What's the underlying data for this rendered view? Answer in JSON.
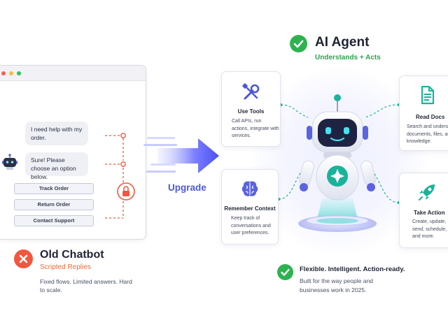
{
  "old_chatbot": {
    "user_message": "I need help with my order.",
    "bot_message": "Sure! Please choose an option below.",
    "options": [
      "Track Order",
      "Return Order",
      "Contact Support"
    ],
    "title": "Old Chatbot",
    "subtitle": "Scripted Replies",
    "description": "Fixed flows. Limited answers. Hard to scale."
  },
  "upgrade": {
    "label": "Upgrade"
  },
  "agent": {
    "title": "AI Agent",
    "subtitle": "Understands + Acts",
    "cards": {
      "tools": {
        "title": "Use Tools",
        "text": "Call APIs, run actions, integrate with services.",
        "icon": "wrench-screwdriver-icon"
      },
      "memory": {
        "title": "Remember Context",
        "text": "Keep track of conversations and user preferences.",
        "icon": "brain-icon"
      },
      "docs": {
        "title": "Read Docs",
        "text": "Search and understand documents, files, and knowledge.",
        "icon": "document-icon"
      },
      "actions": {
        "title": "Take Action",
        "text": "Create, update, send, schedule, and more.",
        "icon": "rocket-icon"
      }
    },
    "tagline_title": "Flexible. Intelligent. Action-ready.",
    "tagline_text": "Built for the way people and businesses work in 2025."
  },
  "colors": {
    "orange": "#f0573f",
    "green": "#2db24f",
    "purple": "#4d59d9",
    "teal": "#19b39b"
  }
}
